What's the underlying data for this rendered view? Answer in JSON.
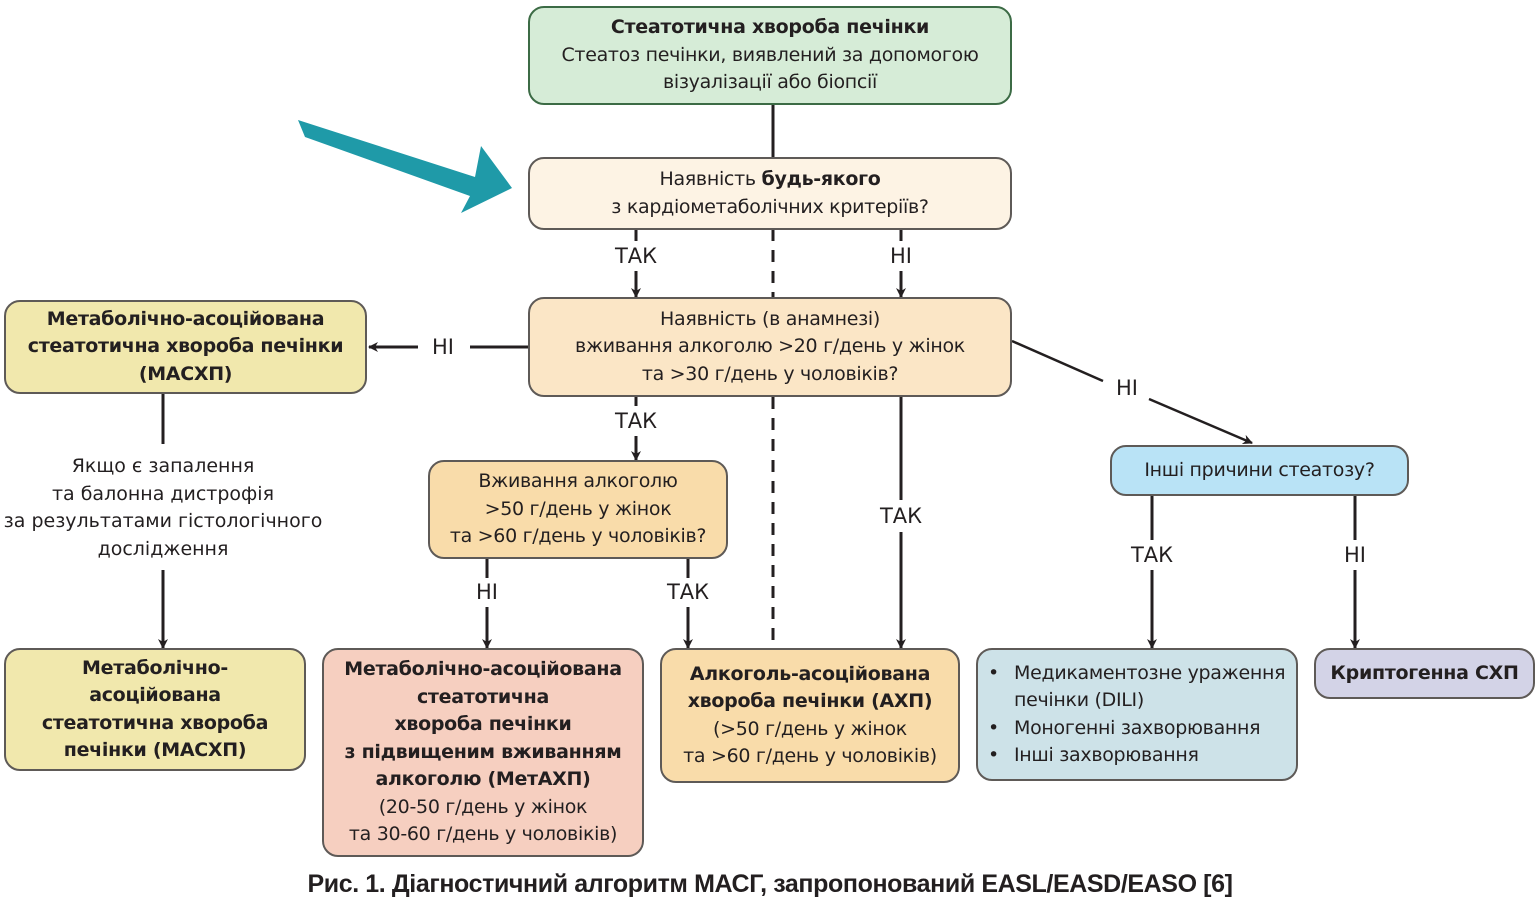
{
  "diagram": {
    "nodes": {
      "steatotic_disease": {
        "title": "Стеатотична хвороба печінки",
        "lines": [
          "Стеатоз печінки, виявлений за допомогою",
          "візуалізації або біопсії"
        ]
      },
      "cardiometabolic": {
        "line1_prefix": "Наявність ",
        "line1_bold": "будь-якого",
        "line2": "з кардіометаболічних критеріїв?"
      },
      "alcohol_history": {
        "lines": [
          "Наявність (в анамнезі)",
          "вживання алкоголю >20 г/день у жінок",
          "та >30 г/день у чоловіків?"
        ]
      },
      "masld_top": {
        "lines": [
          "Метаболічно-асоційована",
          "стеатотична хвороба печінки",
          "(МАСХП)"
        ]
      },
      "alcohol_high": {
        "lines": [
          "Вживання алкоголю",
          ">50 г/день у жінок",
          "та >60 г/день у чоловіків?"
        ]
      },
      "other_causes": {
        "lines": [
          "Інші причини стеатозу?"
        ]
      },
      "masld_bottom": {
        "lines": [
          "Метаболічно-",
          "асоційована",
          "стеатотична хвороба",
          "печінки (МАСХП)"
        ]
      },
      "metald": {
        "bold_lines": [
          "Метаболічно-асоційована",
          "стеатотична",
          "хвороба печінки",
          "з підвищеним вживанням",
          "алкоголю (МетАХП)"
        ],
        "lines": [
          "(20-50 г/день у жінок",
          "та 30-60 г/день у чоловіків)"
        ]
      },
      "ald": {
        "bold_lines": [
          "Алкоголь-асоційована",
          "хвороба печінки (АХП)"
        ],
        "lines": [
          "(>50 г/день у жінок",
          "та >60 г/день у чоловіків)"
        ]
      },
      "other_list": {
        "items": [
          {
            "lines": [
              "Медикаментозне ураження",
              "печінки (DILI)"
            ]
          },
          {
            "lines": [
              "Моногенні захворювання"
            ]
          },
          {
            "lines": [
              "Інші захворювання"
            ]
          }
        ],
        "bullet_symbol": "•"
      },
      "cryptogenic": {
        "lines": [
          "Криптогенна СХП"
        ]
      }
    },
    "edge_labels": {
      "cardio_yes": "ТАК",
      "cardio_no": "НІ",
      "alcohol_no_left": "НІ",
      "alcohol_yes_down": "ТАК",
      "alcohol_no_right": "НІ",
      "alcohol_yes_right": "ТАК",
      "high_no": "НІ",
      "high_yes": "ТАК",
      "other_yes": "ТАК",
      "other_no": "НІ"
    },
    "masld_note": {
      "lines": [
        "Якщо є запалення",
        "та балонна дистрофія",
        "за результатами гістологічного",
        "дослідження"
      ]
    },
    "colors": {
      "pointer_arrow": "#1f9aa8",
      "line": "#231f20",
      "green": "#d6ecd7",
      "cream": "#fdf3e4",
      "peach": "#fbe6c6",
      "orange": "#f9dcaa",
      "yellow": "#f1e8ad",
      "pink": "#f6cfc0",
      "blue": "#b9e3f6",
      "teal": "#cde2e8",
      "lavender": "#d3d3e7"
    }
  },
  "caption": "Рис. 1. Діагностичний алгоритм МАСГ, запропонований EASL/EASD/EASO [6]"
}
